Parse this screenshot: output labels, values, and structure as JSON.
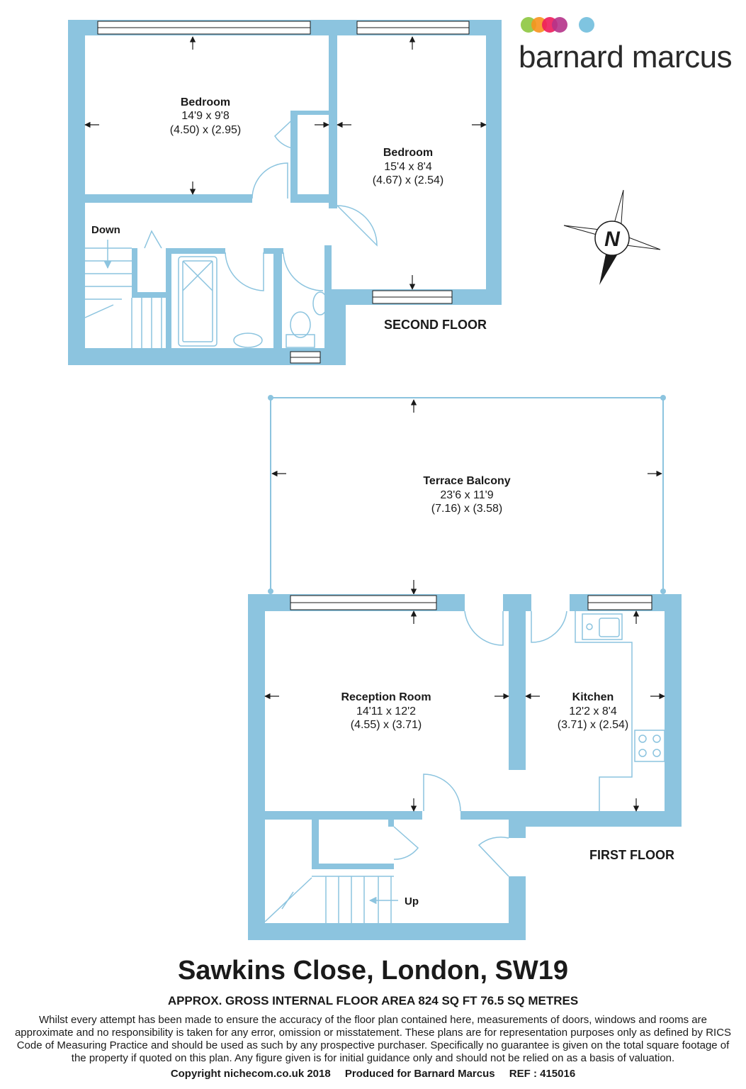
{
  "brand": {
    "name": "barnard marcus",
    "dot_colors": [
      "#8dc63f",
      "#f7941d",
      "#ed1c5c",
      "#b5338a",
      "#7fc4e0"
    ]
  },
  "colors": {
    "wall": "#8cc4df",
    "window": "#ffffff",
    "line": "#1a1a1a"
  },
  "floors": {
    "second": "SECOND FLOOR",
    "first": "FIRST FLOOR"
  },
  "rooms": {
    "bedroom1": {
      "name": "Bedroom",
      "imperial": "14'9 x 9'8",
      "metric": "(4.50) x (2.95)"
    },
    "bedroom2": {
      "name": "Bedroom",
      "imperial": "15'4 x 8'4",
      "metric": "(4.67) x (2.54)"
    },
    "terrace": {
      "name": "Terrace Balcony",
      "imperial": "23'6 x 11'9",
      "metric": "(7.16) x (3.58)"
    },
    "reception": {
      "name": "Reception Room",
      "imperial": "14'11 x 12'2",
      "metric": "(4.55) x (3.71)"
    },
    "kitchen": {
      "name": "Kitchen",
      "imperial": "12'2 x 8'4",
      "metric": "(3.71) x (2.54)"
    }
  },
  "stairs": {
    "down": "Down",
    "up": "Up"
  },
  "compass": {
    "label": "N"
  },
  "footer": {
    "title": "Sawkins Close, London, SW19",
    "area": "APPROX. GROSS INTERNAL FLOOR AREA 824 SQ FT 76.5 SQ METRES",
    "disclaimer": "Whilst every attempt has been made to ensure the accuracy of the floor plan contained here, measurements of doors, windows and rooms are approximate and no responsibility is taken for any error, omission or misstatement. These plans are for representation purposes only as defined by RICS Code of Measuring Practice and should be used as such by any prospective purchaser.  Specifically no guarantee is given on the total square footage of the property if quoted on this plan. Any figure given is for initial guidance only and should not be relied on as a basis of valuation.",
    "copyright": "Copyright nichecom.co.uk 2018",
    "produced": "Produced for Barnard Marcus",
    "ref": "REF : 415016"
  }
}
